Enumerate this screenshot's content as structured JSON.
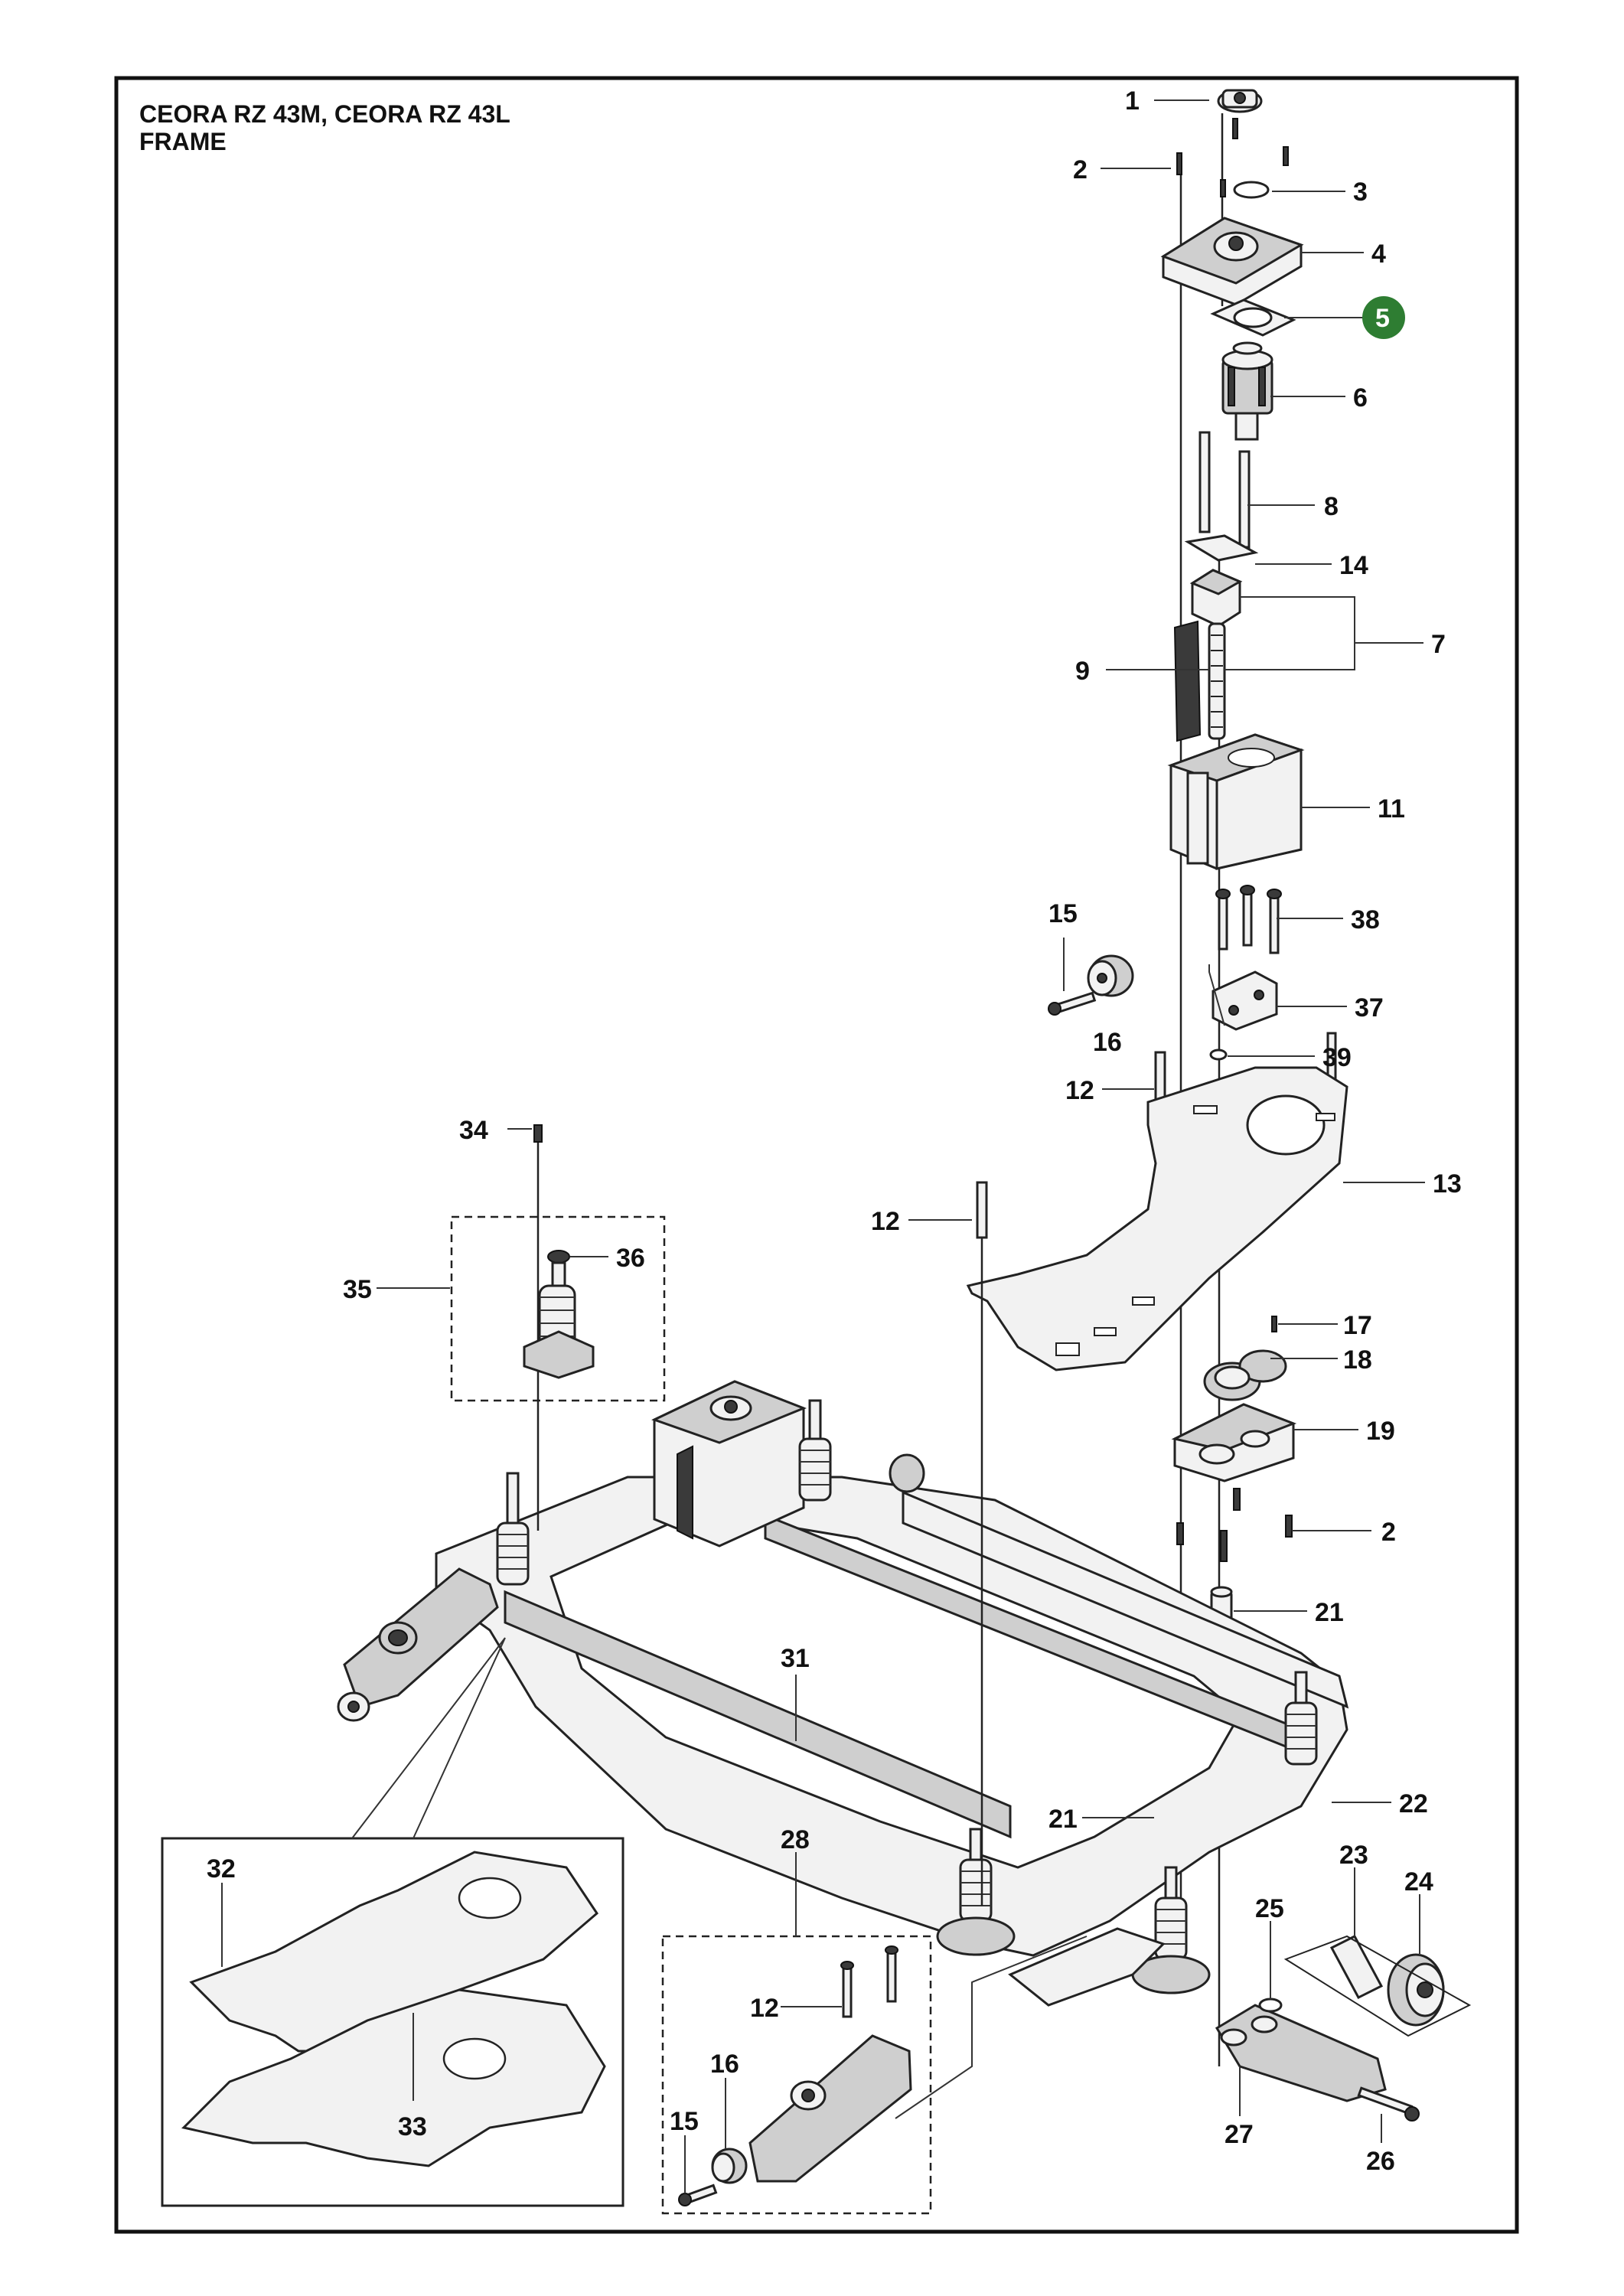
{
  "title": {
    "line1": "CEORA RZ 43M, CEORA RZ 43L",
    "line2": "FRAME"
  },
  "highlight_color": "#2e7d32",
  "callouts": [
    {
      "id": "c1",
      "label": "1"
    },
    {
      "id": "c2a",
      "label": "2"
    },
    {
      "id": "c3",
      "label": "3"
    },
    {
      "id": "c4",
      "label": "4"
    },
    {
      "id": "c5",
      "label": "5",
      "highlighted": true
    },
    {
      "id": "c6",
      "label": "6"
    },
    {
      "id": "c8",
      "label": "8"
    },
    {
      "id": "c14",
      "label": "14"
    },
    {
      "id": "c7",
      "label": "7"
    },
    {
      "id": "c9",
      "label": "9"
    },
    {
      "id": "c11",
      "label": "11"
    },
    {
      "id": "c15a",
      "label": "15"
    },
    {
      "id": "c38",
      "label": "38"
    },
    {
      "id": "c37",
      "label": "37"
    },
    {
      "id": "c16a",
      "label": "16"
    },
    {
      "id": "c39",
      "label": "39"
    },
    {
      "id": "c12a",
      "label": "12"
    },
    {
      "id": "c13",
      "label": "13"
    },
    {
      "id": "c34",
      "label": "34"
    },
    {
      "id": "c12b",
      "label": "12"
    },
    {
      "id": "c36",
      "label": "36"
    },
    {
      "id": "c35",
      "label": "35"
    },
    {
      "id": "c17",
      "label": "17"
    },
    {
      "id": "c18",
      "label": "18"
    },
    {
      "id": "c19",
      "label": "19"
    },
    {
      "id": "c2b",
      "label": "2"
    },
    {
      "id": "c21a",
      "label": "21"
    },
    {
      "id": "c31",
      "label": "31"
    },
    {
      "id": "c22",
      "label": "22"
    },
    {
      "id": "c21b",
      "label": "21"
    },
    {
      "id": "c28",
      "label": "28"
    },
    {
      "id": "c23",
      "label": "23"
    },
    {
      "id": "c24",
      "label": "24"
    },
    {
      "id": "c32",
      "label": "32"
    },
    {
      "id": "c25",
      "label": "25"
    },
    {
      "id": "c12c",
      "label": "12"
    },
    {
      "id": "c16b",
      "label": "16"
    },
    {
      "id": "c15b",
      "label": "15"
    },
    {
      "id": "c33",
      "label": "33"
    },
    {
      "id": "c27",
      "label": "27"
    },
    {
      "id": "c26",
      "label": "26"
    }
  ]
}
